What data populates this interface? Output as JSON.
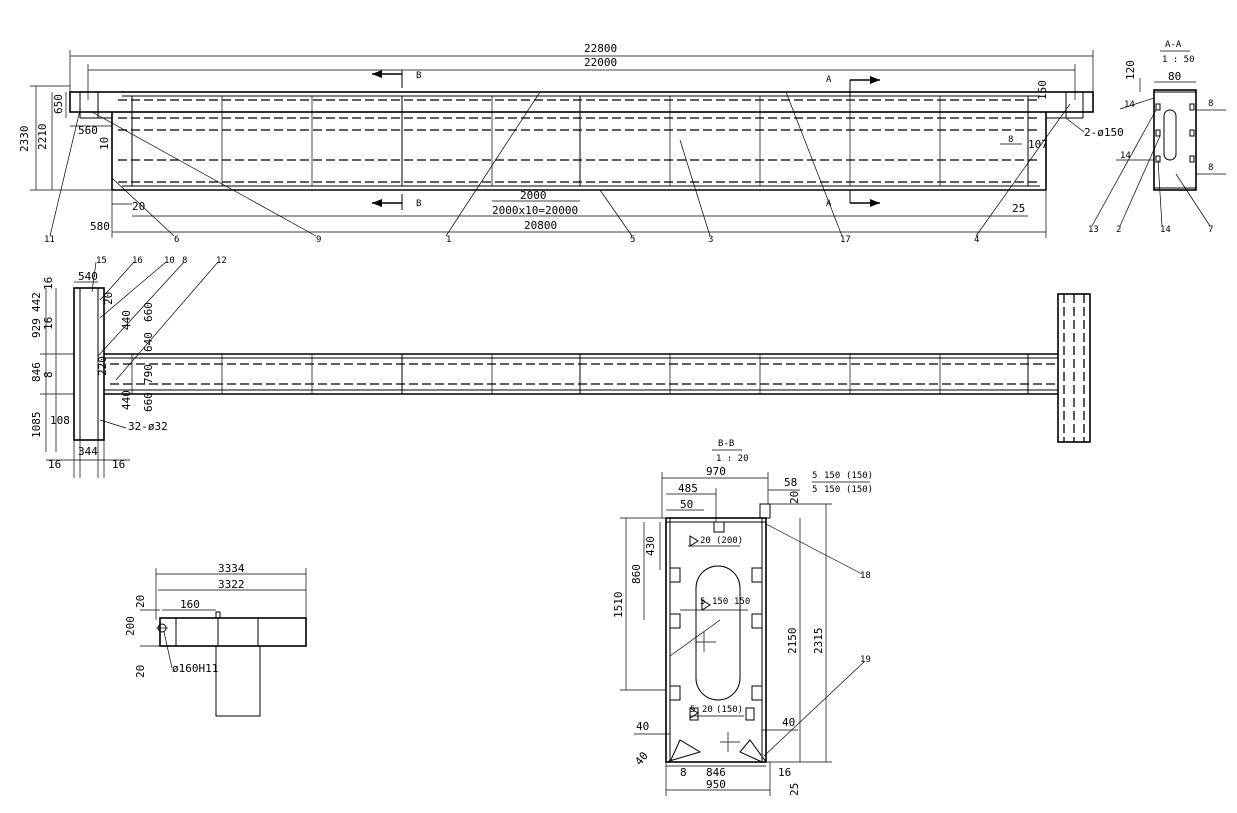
{
  "overall_length": "22800",
  "span_length": "22000",
  "bay_dims": {
    "bay": "2000",
    "bays_total": "2000x10=20000",
    "inner_length": "20800"
  },
  "left_dims": {
    "total_height": "2330",
    "girder_height": "2210",
    "top": "650",
    "d560": "560",
    "d10": "10",
    "d20": "20",
    "d580": "580"
  },
  "right_dims": {
    "d150": "150",
    "d107": "107",
    "holes": "2-ø150",
    "d25": "25",
    "weld8": "8"
  },
  "section_marks": {
    "b": "B",
    "a": "A"
  },
  "part_numbers": {
    "p1": "1",
    "p2": "2",
    "p3": "3",
    "p4": "4",
    "p5": "5",
    "p6": "6",
    "p7": "7",
    "p8": "8",
    "p9": "9",
    "p10": "10",
    "p11": "11",
    "p12": "12",
    "p13": "13",
    "p14": "14",
    "p15": "15",
    "p16": "16",
    "p17": "17",
    "p18": "18",
    "p19": "19"
  },
  "section_aa": {
    "title": "A-A",
    "scale": "1 : 50",
    "d120": "120",
    "d80": "80",
    "weld14a": "14",
    "weld14b": "14",
    "weld8a": "8",
    "weld8b": "8"
  },
  "plan_dims": {
    "d540": "540",
    "d16": "16",
    "d929": "929",
    "d442": "442",
    "d20": "20",
    "d440": "440",
    "d660": "660",
    "d16b": "16",
    "d640": "640",
    "d846": "846",
    "d8": "8",
    "d220": "220",
    "d790": "790",
    "d440b": "440",
    "d660b": "660",
    "d1085": "1085",
    "d108": "108",
    "holes": "32-ø32",
    "d344": "344",
    "d16l": "16",
    "d16r": "16"
  },
  "section_bb": {
    "title": "B-B",
    "scale": "1 : 20",
    "d970": "970",
    "d485": "485",
    "d50": "50",
    "d58": "58",
    "d20": "20",
    "d430": "430",
    "d860": "860",
    "d1510": "1510",
    "d2150": "2150",
    "d2315": "2315",
    "d40a": "40",
    "d40b": "40",
    "d40c": "40",
    "d8": "8",
    "d846": "846",
    "d16": "16",
    "d950": "950",
    "d25": "25"
  },
  "welds": {
    "w1a": "5",
    "w1b": "150",
    "w1c": "(150)",
    "w2a": "5",
    "w2b": "150",
    "w2c": "(150)",
    "w3a": "20",
    "w3b": "(200)",
    "w4a": "5",
    "w4b": "150",
    "w4c": "150",
    "w5a": "5",
    "w5b": "20",
    "w5c": "(150)"
  },
  "detail": {
    "d3334": "3334",
    "d3322": "3322",
    "d20a": "20",
    "d160": "160",
    "d200": "200",
    "d20b": "20",
    "bore": "ø160H11"
  }
}
